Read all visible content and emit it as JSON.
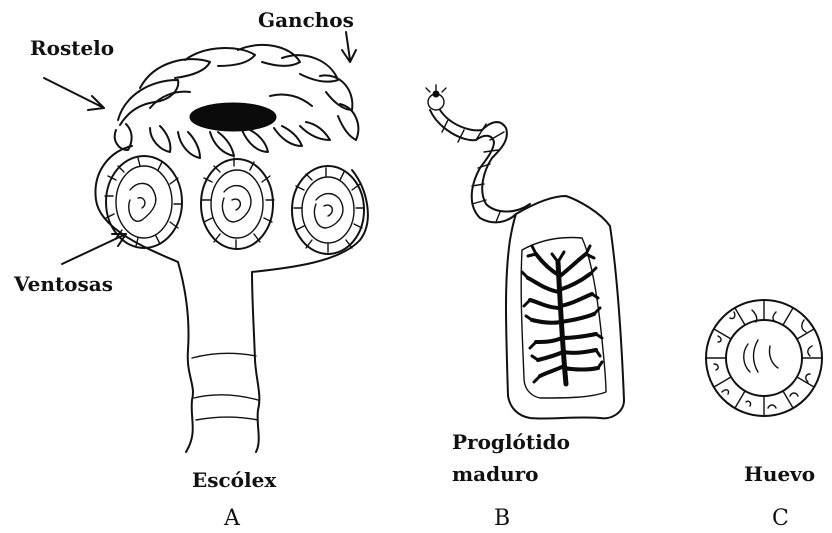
{
  "labels": {
    "rostelo": "Rostelo",
    "ganchos": "Ganchos",
    "ventosas": "Ventosas",
    "escolex": "Escólex",
    "proglotido_line1": "Proglótido",
    "proglotido_line2": "maduro",
    "huevo": "Huevo",
    "letter_a": "A",
    "letter_b": "B",
    "letter_c": "C"
  },
  "colors": {
    "ink": "#111111",
    "background": "#ffffff"
  }
}
